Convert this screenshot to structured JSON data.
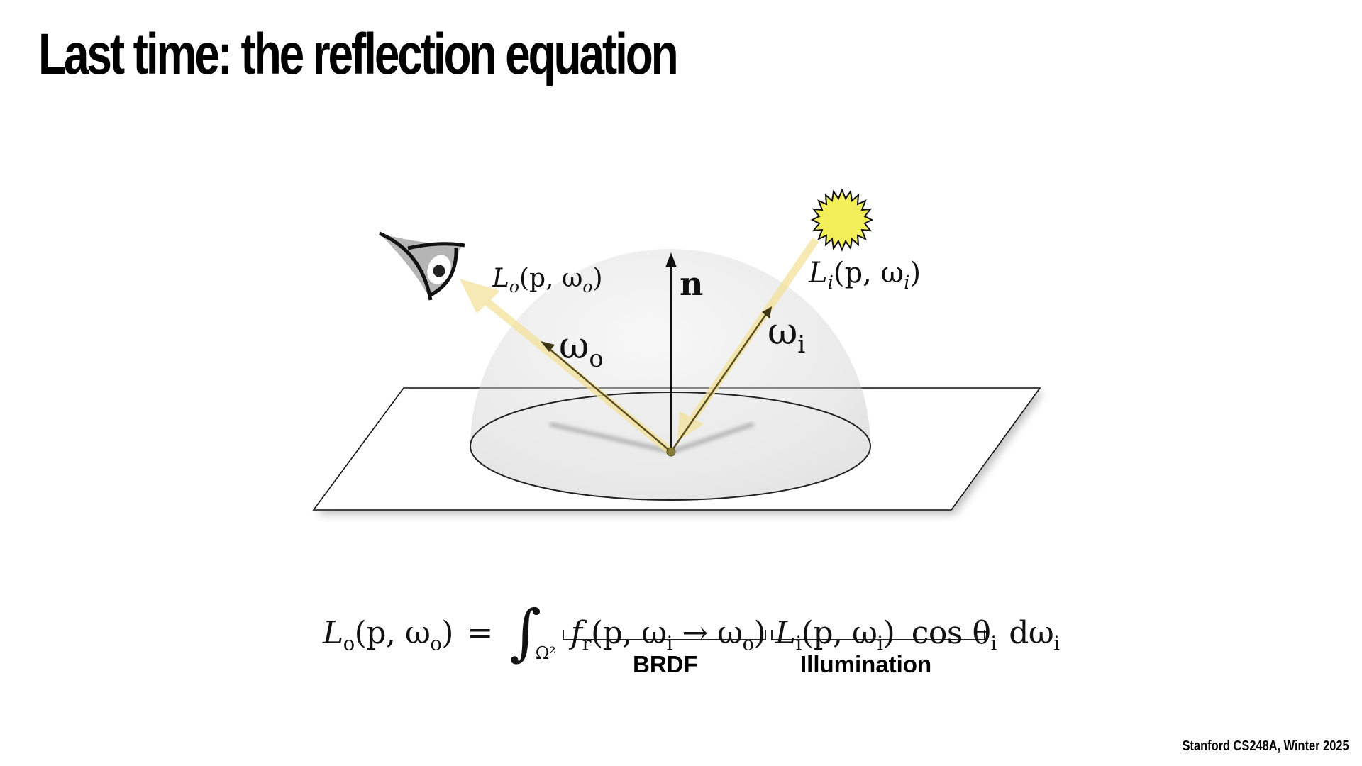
{
  "slide": {
    "title": "Last time: the reflection equation",
    "footer": "Stanford CS248A, Winter 2025"
  },
  "diagram": {
    "labels": {
      "outgoing_radiance": {
        "symbol": "L",
        "sub": "o",
        "args": "(p, ω",
        "argsub": "o",
        "close": ")"
      },
      "incoming_radiance": {
        "symbol": "L",
        "sub": "i",
        "args": "(p, ω",
        "argsub": "i",
        "close": ")"
      },
      "normal": "n",
      "omega_o": {
        "symbol": "ω",
        "sub": "o"
      },
      "omega_i": {
        "symbol": "ω",
        "sub": "i"
      }
    },
    "icons": [
      "eye-icon",
      "sun-icon"
    ],
    "colors": {
      "light_ray": "#f5e6a0",
      "sun_fill": "#f2ee5a",
      "hemisphere": "#e6e6e6",
      "vector": "#5a4e1e"
    }
  },
  "equation": {
    "lhs": {
      "symbol": "L",
      "sub": "o",
      "args": "(p, ω",
      "argsub": "o",
      "close": ")"
    },
    "equals": "=",
    "integral": "∫",
    "domain": "Ω²",
    "brdf_term": {
      "symbol": "f",
      "sub": "r",
      "args": "(p, ω",
      "argsub1": "i",
      "arrow": " → ω",
      "argsub2": "o",
      "close": ")"
    },
    "illum_term": {
      "symbol": "L",
      "sub": "i",
      "args": "(p, ω",
      "argsub": "i",
      "close": ")"
    },
    "cos_term": {
      "text": "cos θ",
      "sub": "i"
    },
    "measure": {
      "text": "dω",
      "sub": "i"
    },
    "brace_labels": [
      "BRDF",
      "Illumination"
    ]
  }
}
